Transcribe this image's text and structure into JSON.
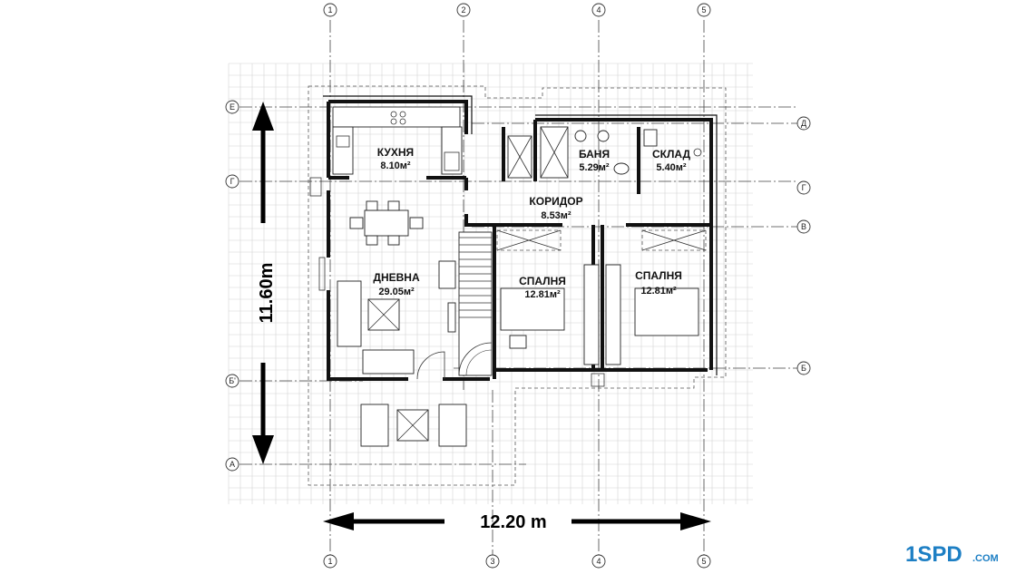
{
  "plan": {
    "rooms": [
      {
        "name": "КУХНЯ",
        "area": "8.10м²"
      },
      {
        "name": "БАНЯ",
        "area": "5.29м²"
      },
      {
        "name": "СКЛАД",
        "area": "5.40м²"
      },
      {
        "name": "КОРИДОР",
        "area": "8.53м²"
      },
      {
        "name": "ДНЕВНА",
        "area": "29.05м²"
      },
      {
        "name": "СПАЛНЯ",
        "area": "12.81м²"
      },
      {
        "name": "СПАЛНЯ",
        "area": "12.81м²"
      }
    ],
    "axes_top": [
      "1",
      "2",
      "4",
      "5"
    ],
    "axes_bottom": [
      "1",
      "3",
      "4",
      "5"
    ],
    "axes_left": [
      "Е",
      "Г",
      "Б'",
      "А"
    ],
    "axes_right": [
      "Д",
      "Г",
      "В",
      "Б"
    ],
    "dim_vertical": "11.60m",
    "dim_horizontal": "12.20 m"
  },
  "logo": {
    "brand": "1SPD",
    "suffix": ".COM",
    "color": "#1d7fc4"
  }
}
